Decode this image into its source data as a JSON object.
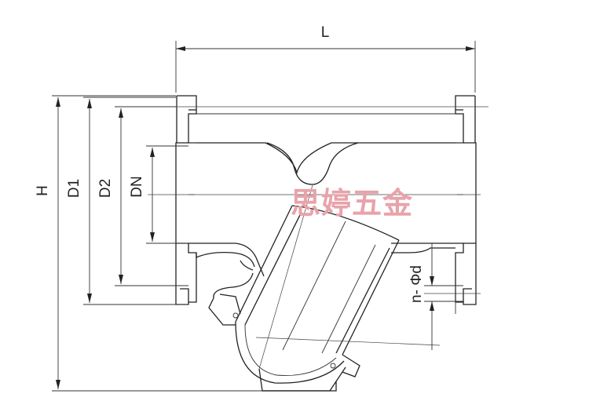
{
  "diagram": {
    "dimension_labels": {
      "L": "L",
      "H": "H",
      "D1": "D1",
      "D2": "D2",
      "DN": "DN",
      "bolt_holes": "n- Φd"
    },
    "watermark": "思婷五金",
    "colors": {
      "line": "#222222",
      "watermark": "#e8a3aa",
      "background": "#ffffff"
    }
  }
}
